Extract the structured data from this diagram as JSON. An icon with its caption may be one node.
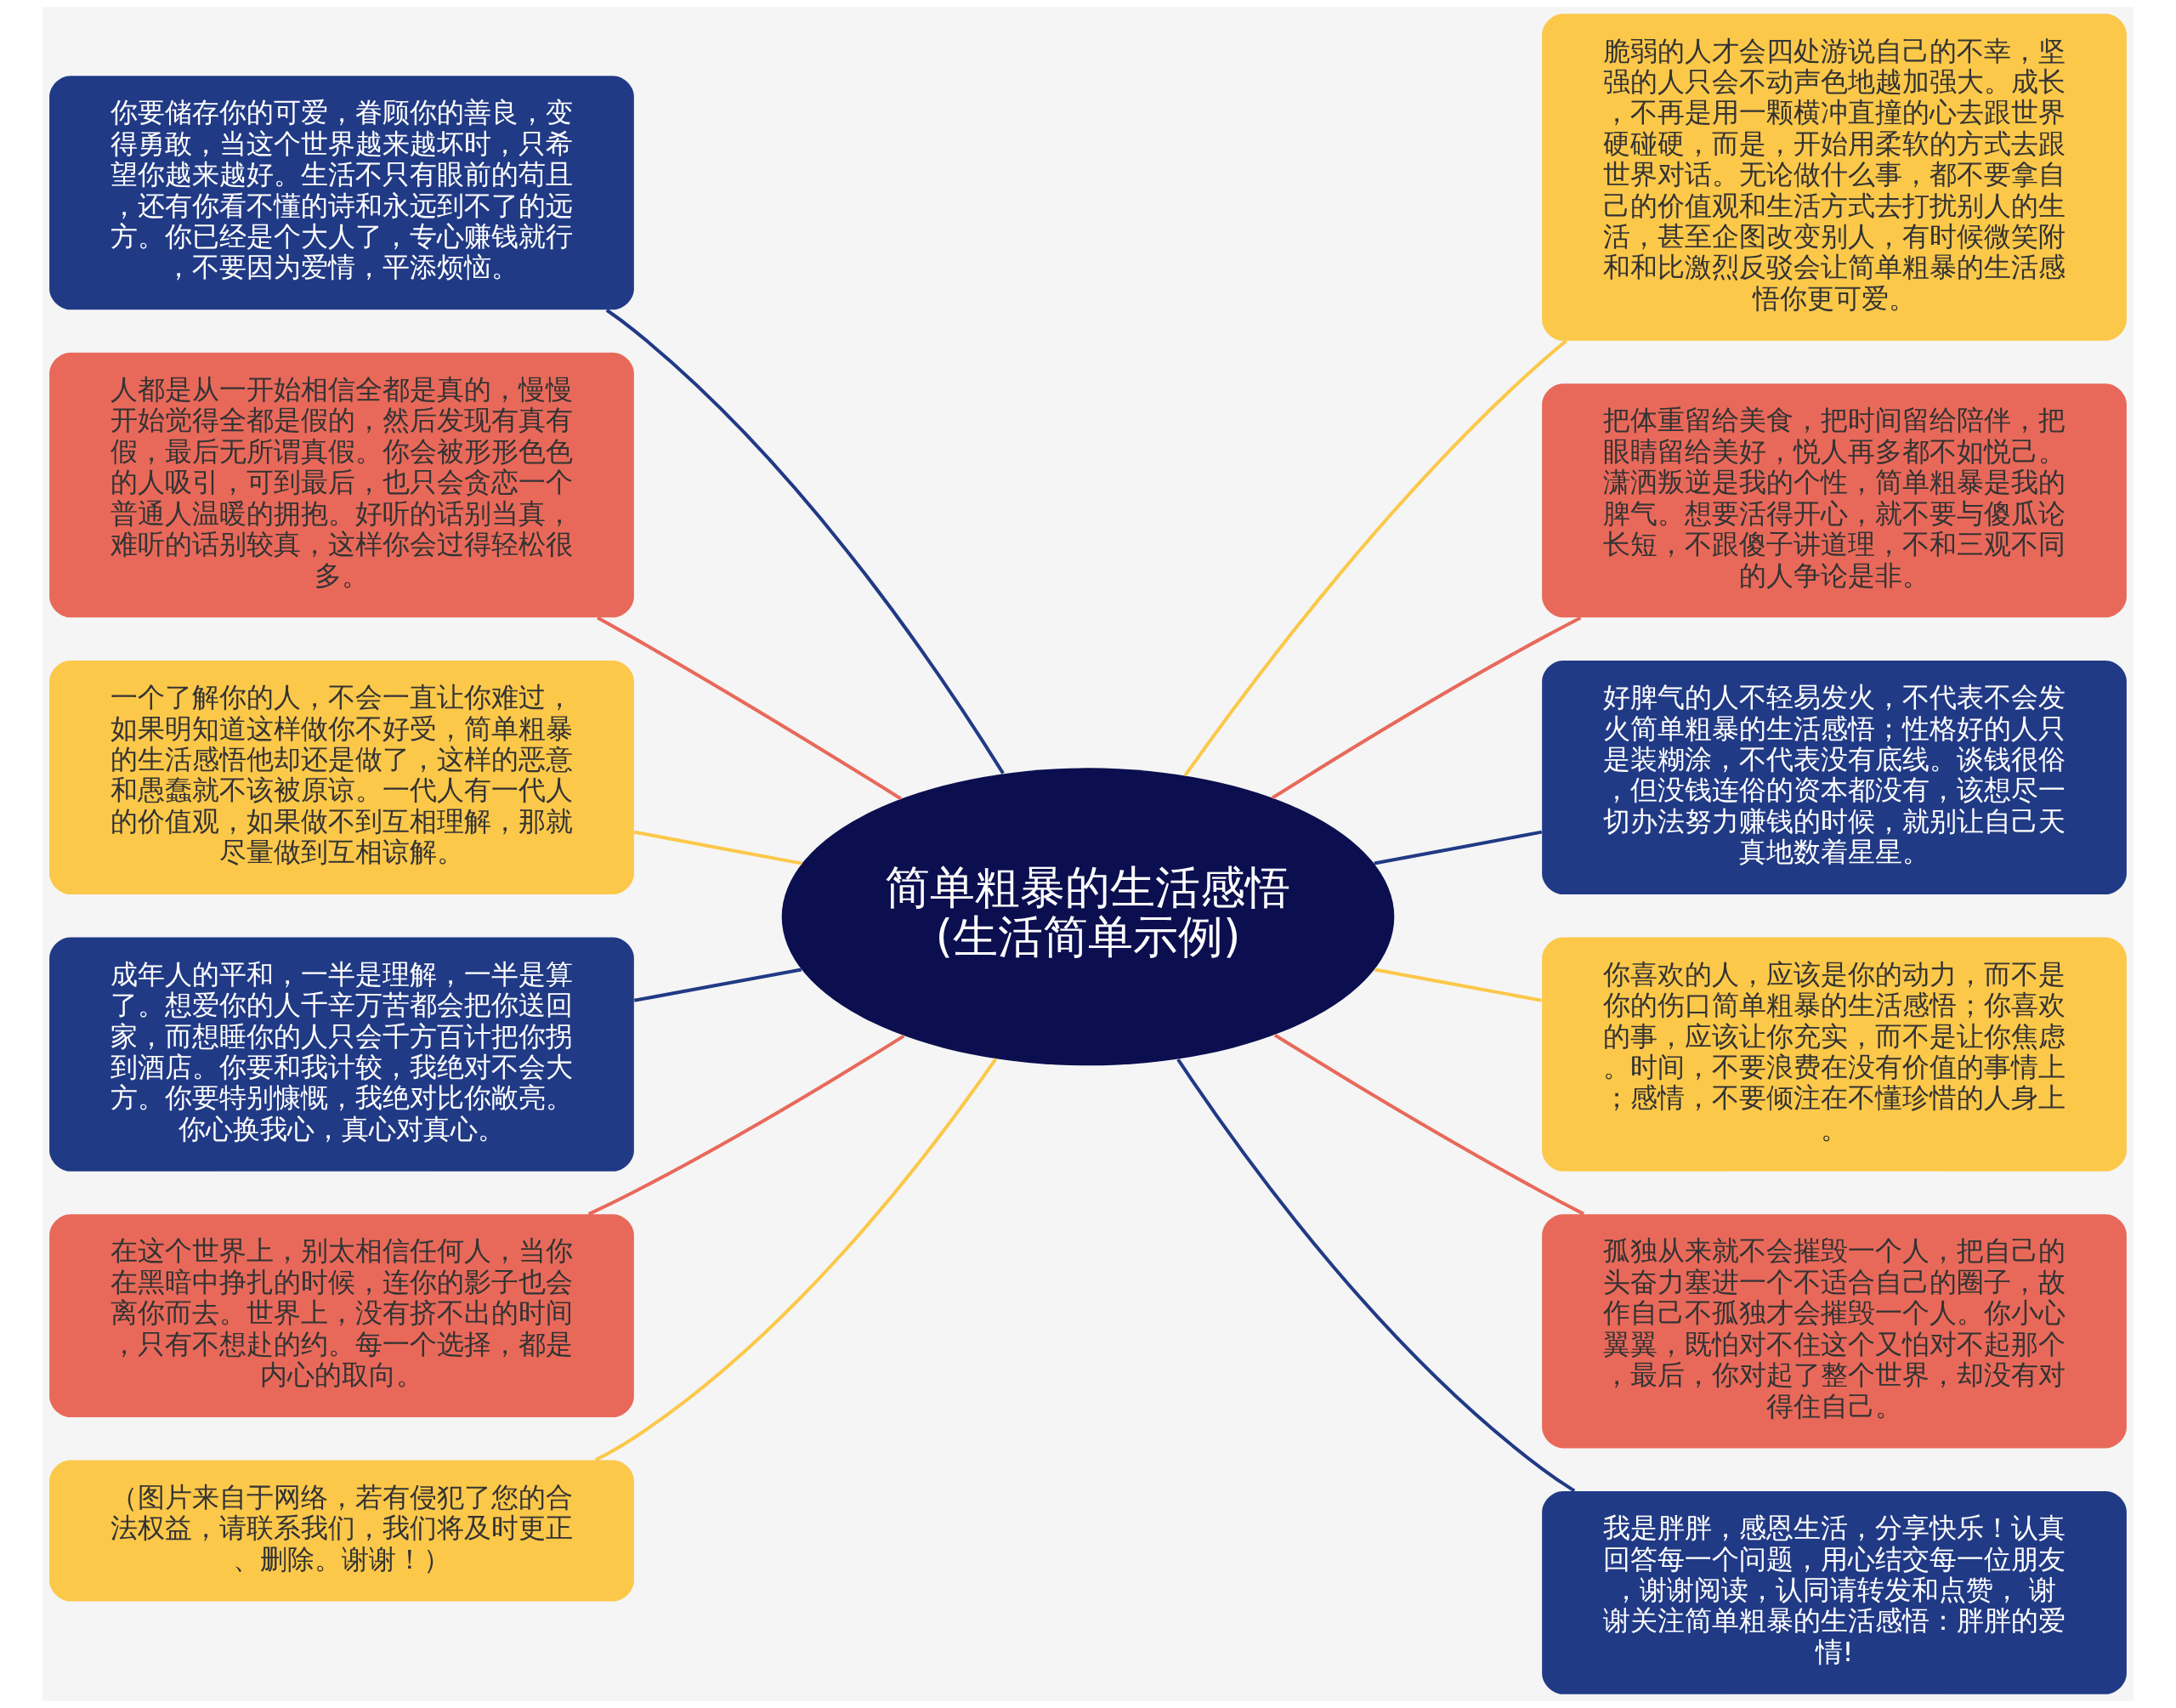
{
  "diagram": {
    "nodes": [
      {
        "text": [
          "简单粗暴的生活感悟(生活简单示例)"
        ]
      },
      {
        "text": [
          "你要储存你的可爱，眷顾你的善良，变得勇敢，当这个世界越来越坏时，只希望你越来越好。生活不只有眼前的苟且，还有你看不懂的诗和永远到不了的远方。你已经是个大人了，专心赚钱就行，不要因为爱情，平添烦恼。"
        ]
      },
      {
        "text": [
          "人都是从一开始相信全都是真的，慢慢开始觉得全都是假的，然后发现有真有假，最后无所谓真假。你会被形形色色的人吸引，可到最后，也只会贪恋一个普通人温暖的拥抱。好听的话别当真，难听的话别较真，这样你会过得轻松很多。"
        ]
      },
      {
        "text": [
          "一个了解你的人，不会一直让你难过，如果明知道这样做你不好受，简单粗暴的生活感悟他却还是做了，这样的恶意和愚蠢就不该被原谅。一代人有一代人的价值观，如果做不到互相理解，那就尽量做到互相谅解。"
        ]
      },
      {
        "text": [
          "成年人的平和，一半是理解，一半是算了。想爱你的人千辛万苦都会把你送回家，而想睡你的人只会千方百计把你拐到酒店。你要和我计较，我绝对不会大方。你要特别慷慨，我绝对比你敞亮。你心换我心，真心对真心。"
        ]
      },
      {
        "text": [
          "在这个世界上，别太相信任何人，当你在黑暗中挣扎的时候，连你的影子也会离你而去。世界上，没有挤不出的时间，只有不想赴的约。每一个选择，都是内心的取向。"
        ]
      },
      {
        "text": [
          "（图片来自于网络，若有侵犯了您的合法权益，请联系我们，我们将及时更正、删除。谢谢！）"
        ]
      },
      {
        "text": [
          "脆弱的人才会四处游说自己的不幸，坚强的人只会不动声色地越加强大。成长，不再是用一颗横冲直撞的心去跟世界硬碰硬，而是，开始用柔软的方式去跟世界对话。无论做什么事，都不要拿自己的价值观和生活方式去打扰别人的生活，甚至企图改变别人，有时候微笑附和和比激烈反驳会让简单粗暴的生活感悟你更可爱。"
        ]
      },
      {
        "text": [
          "把体重留给美食，把时间留给陪伴，把眼睛留给美好，悦人再多都不如悦己。潇洒叛逆是我的个性，简单粗暴是我的脾气。想要活得开心，就不要与傻瓜论长短，不跟傻子讲道理，不和三观不同的人争论是非。"
        ]
      },
      {
        "text": [
          "好脾气的人不轻易发火，不代表不会发火简单粗暴的生活感悟；性格好的人只是装糊涂，不代表没有底线。谈钱很俗，但没钱连俗的资本都没有，该想尽一切办法努力赚钱的时候，就别让自己天真地数着星星。"
        ]
      },
      {
        "text": [
          "你喜欢的人，应该是你的动力，而不是你的伤口简单粗暴的生活感悟；你喜欢的事，应该让你充实，而不是让你焦虑。时间，不要浪费在没有价值的事情上；感情，不要倾注在不懂珍惜的人身上。"
        ]
      },
      {
        "text": [
          "孤独从来就不会摧毁一个人，把自己的头奋力塞进一个不适合自己的圈子，故作自己不孤独才会摧毁一个人。你小心翼翼，既怕对不住这个又怕对不起那个，最后，你对起了整个世界，却没有对得住自己。"
        ]
      },
      {
        "text": [
          "我是胖胖，感恩生活，分享快乐！认真回答每一个问题，用心结交每一位朋友，谢谢阅读，认同请转发和点赞， 谢谢关注简单粗暴的生活感悟：胖胖的爱情!"
        ]
      }
    ],
    "edges": [
      {
        "from": 0,
        "to": 1,
        "arrow": "none",
        "color": "#213a86"
      },
      {
        "from": 0,
        "to": 2,
        "arrow": "none",
        "color": "#e8695a"
      },
      {
        "from": 0,
        "to": 3,
        "arrow": "none",
        "color": "#fcc84a"
      },
      {
        "from": 0,
        "to": 4,
        "arrow": "none",
        "color": "#213a86"
      },
      {
        "from": 0,
        "to": 5,
        "arrow": "none",
        "color": "#e8695a"
      },
      {
        "from": 0,
        "to": 6,
        "arrow": "none",
        "color": "#fcc84a"
      },
      {
        "from": 0,
        "to": 7,
        "arrow": "none",
        "color": "#fcc84a"
      },
      {
        "from": 0,
        "to": 8,
        "arrow": "none",
        "color": "#e8695a"
      },
      {
        "from": 0,
        "to": 9,
        "arrow": "none",
        "color": "#213a86"
      },
      {
        "from": 0,
        "to": 10,
        "arrow": "none",
        "color": "#fcc84a"
      },
      {
        "from": 0,
        "to": 11,
        "arrow": "none",
        "color": "#e8695a"
      },
      {
        "from": 0,
        "to": 12,
        "arrow": "none",
        "color": "#213a86"
      }
    ]
  }
}
